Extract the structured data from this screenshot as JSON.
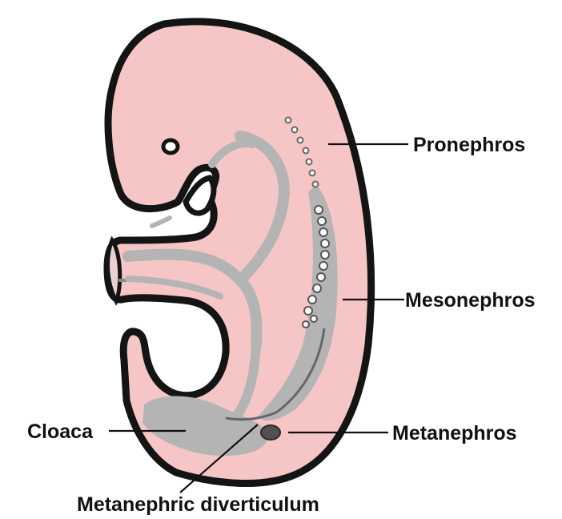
{
  "colors": {
    "tissue": "#f6c6c6",
    "outline": "#141414",
    "duct": "#b4b4b4",
    "dark": "#505050",
    "label": "#111111"
  },
  "labels": {
    "pronephros": "Pronephros",
    "mesonephros": "Mesonephros",
    "metanephros": "Metanephros",
    "cloaca": "Cloaca",
    "metanephric_diverticulum": "Metanephric diverticulum"
  }
}
